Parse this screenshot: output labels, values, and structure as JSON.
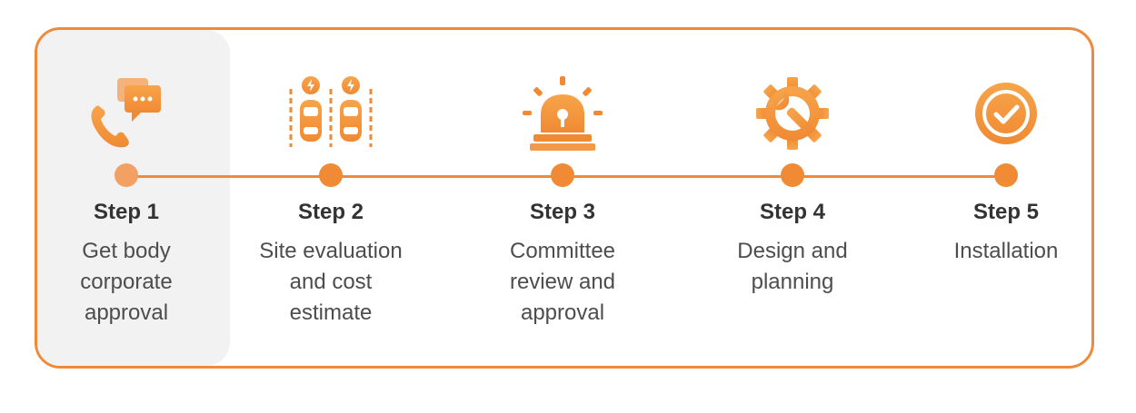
{
  "accent_color": "#ef8a3a",
  "steps": [
    {
      "label": "Step 1",
      "description": "Get body\ncorporate\napproval",
      "icon": "phone-chat-icon",
      "highlighted": true
    },
    {
      "label": "Step 2",
      "description": "Site evaluation\nand cost\nestimate",
      "icon": "ev-parking-icon",
      "highlighted": false
    },
    {
      "label": "Step 3",
      "description": "Committee\nreview and\napproval",
      "icon": "alarm-siren-icon",
      "highlighted": false
    },
    {
      "label": "Step 4",
      "description": "Design and\nplanning",
      "icon": "gear-wrench-icon",
      "highlighted": false
    },
    {
      "label": "Step 5",
      "description": "Installation",
      "icon": "check-circle-icon",
      "highlighted": false
    }
  ]
}
